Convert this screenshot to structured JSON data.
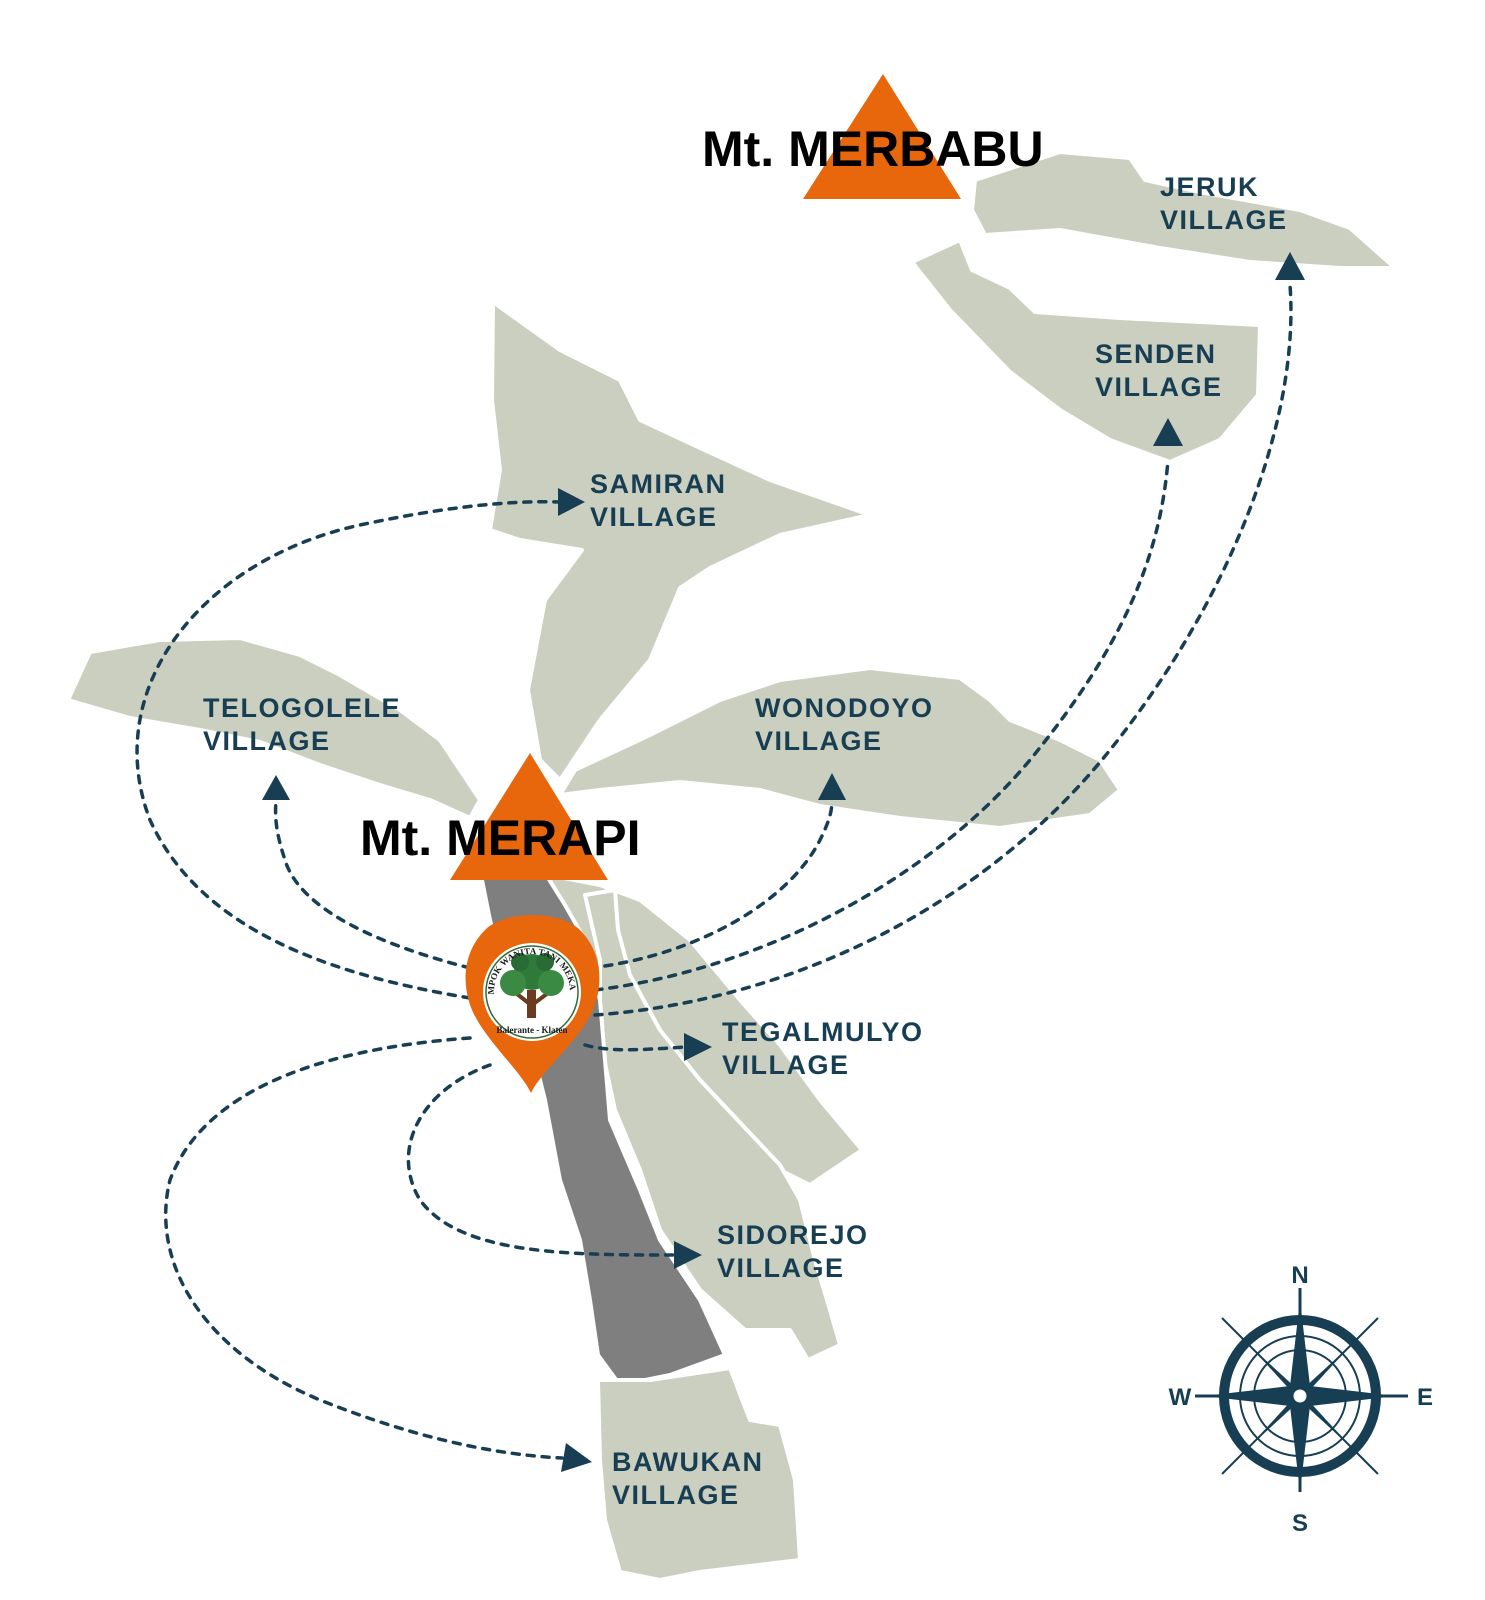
{
  "colors": {
    "region": "#cbcfc0",
    "region_highlight": "#7f7f7f",
    "route": "#173e52",
    "mountain": "#e8670c",
    "marker": "#e8670c",
    "label": "#173e52"
  },
  "mountains": [
    {
      "id": "merbabu",
      "label": "Mt. MERBABU"
    },
    {
      "id": "merapi",
      "label": "Mt. MERAPI"
    }
  ],
  "villages": [
    {
      "id": "jeruk",
      "line1": "JERUK",
      "line2": "VILLAGE"
    },
    {
      "id": "senden",
      "line1": "SENDEN",
      "line2": "VILLAGE"
    },
    {
      "id": "samiran",
      "line1": "SAMIRAN",
      "line2": "VILLAGE"
    },
    {
      "id": "telogolele",
      "line1": "TELOGOLELE",
      "line2": "VILLAGE"
    },
    {
      "id": "wonodoyo",
      "line1": "WONODOYO",
      "line2": "VILLAGE"
    },
    {
      "id": "tegalmulyo",
      "line1": "TEGALMULYO",
      "line2": "VILLAGE"
    },
    {
      "id": "sidorejo",
      "line1": "SIDOREJO",
      "line2": "VILLAGE"
    },
    {
      "id": "bawukan",
      "line1": "BAWUKAN",
      "line2": "VILLAGE"
    }
  ],
  "marker": {
    "icon": "tree-logo-icon",
    "logo_top_text": "KELOMPOK WANITA TANI MEKAR SARI",
    "logo_bottom_text": "Balerante - Klaten"
  },
  "compass": {
    "icon": "compass-rose-icon",
    "n": "N",
    "s": "S",
    "e": "E",
    "w": "W"
  }
}
